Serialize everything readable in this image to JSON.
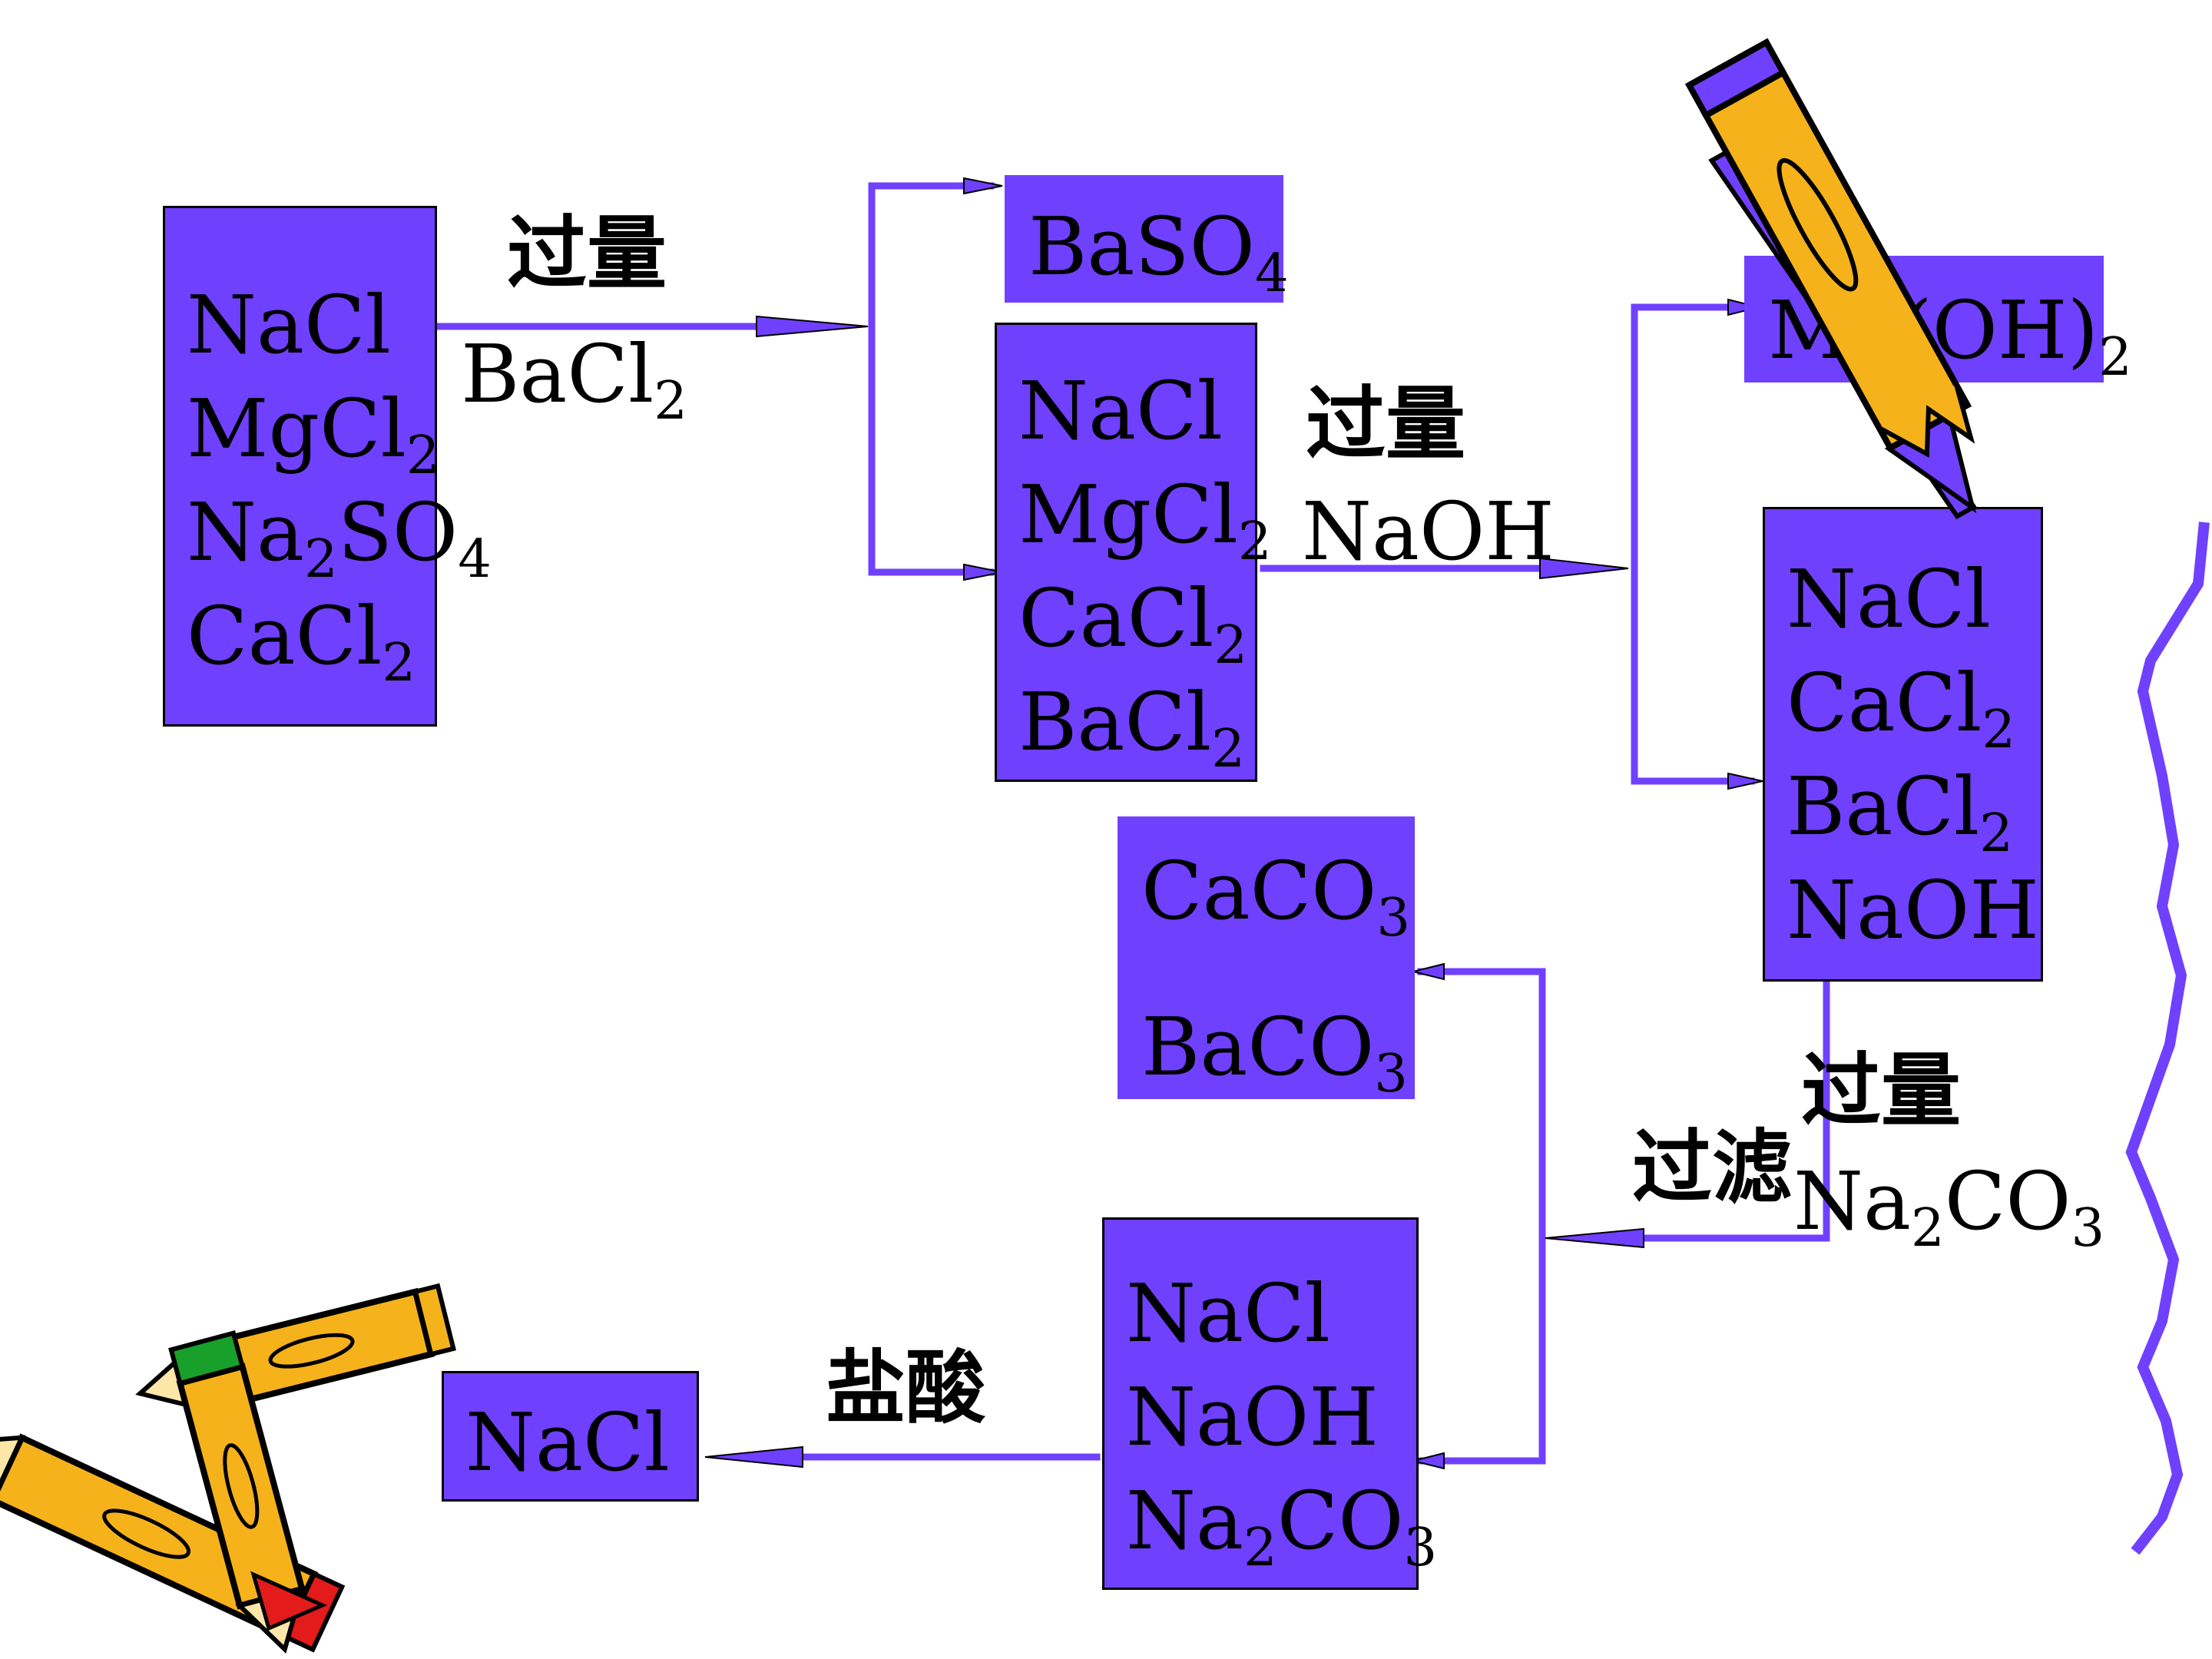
{
  "boxes": {
    "start": [
      "NaCl",
      "MgCl|2",
      "Na|2|SO|4",
      "CaCl|2"
    ],
    "baso4": [
      "BaSO|4"
    ],
    "step1": [
      "NaCl",
      "MgCl|2",
      "CaCl|2",
      "BaCl|2"
    ],
    "mgoh2": [
      "Mg(OH)|2"
    ],
    "step2": [
      "NaCl",
      "CaCl|2",
      "BaCl|2",
      "NaOH"
    ],
    "carbonates": [
      "CaCO|3",
      "BaCO|3"
    ],
    "step3": [
      "NaCl",
      "NaOH",
      "Na|2|CO|3"
    ],
    "final": [
      "NaCl"
    ]
  },
  "labels": {
    "excess_1": "过量",
    "reagent_1": "BaCl|2",
    "excess_2": "过量",
    "reagent_2": "NaOH",
    "excess_3": "过量",
    "filter": "过滤",
    "reagent_3": "Na|2|CO|3",
    "acid": "盐酸"
  },
  "colors": {
    "box_fill": "#7040ff",
    "arrow": "#7040ff",
    "pencil_body": "#f5b21a",
    "pencil_outline": "#000000"
  },
  "icons": [
    "pencil-icon",
    "crossed-pencils-icon",
    "torn-edge-icon"
  ]
}
